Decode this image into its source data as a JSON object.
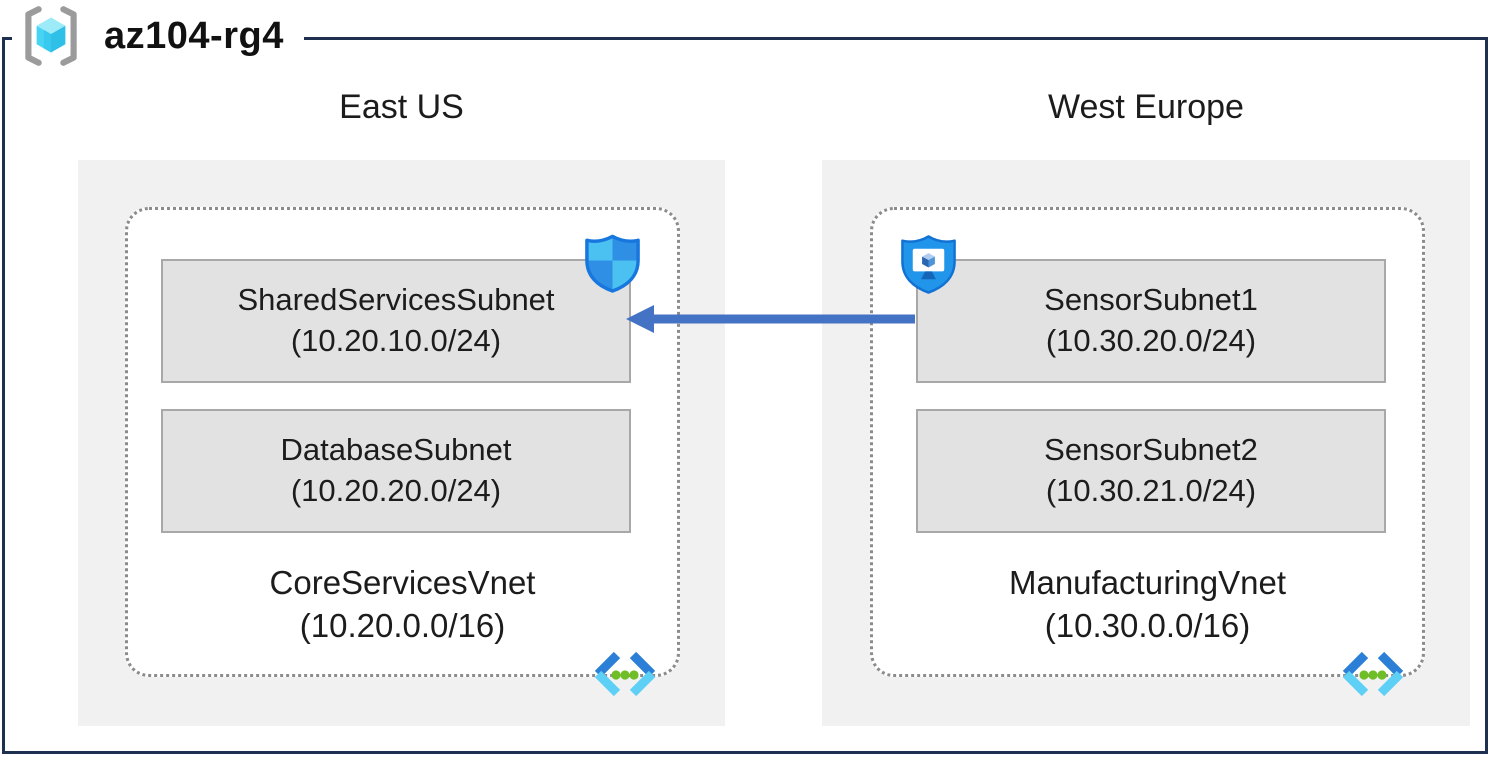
{
  "title": {
    "label": "az104-rg4",
    "icon": "resource-group-icon"
  },
  "diagram_type": "azure-virtual-network-peering",
  "regions": [
    {
      "name": "East US",
      "vnet": {
        "name": "CoreServicesVnet",
        "cidr": "(10.20.0.0/16)",
        "icon": "virtual-network-icon"
      },
      "subnets": [
        {
          "name": "SharedServicesSubnet",
          "cidr": "(10.20.10.0/24)",
          "badge_icon": "network-security-group-shield-icon"
        },
        {
          "name": "DatabaseSubnet",
          "cidr": "(10.20.20.0/24)"
        }
      ]
    },
    {
      "name": "West Europe",
      "vnet": {
        "name": "ManufacturingVnet",
        "cidr": "(10.30.0.0/16)",
        "icon": "virtual-network-icon"
      },
      "subnets": [
        {
          "name": "SensorSubnet1",
          "cidr": "(10.30.20.0/24)",
          "badge_icon": "application-security-group-shield-icon"
        },
        {
          "name": "SensorSubnet2",
          "cidr": "(10.30.21.0/24)"
        }
      ]
    }
  ],
  "arrow": {
    "from": "SensorSubnet1",
    "to": "SharedServicesSubnet",
    "direction": "right-to-left",
    "color": "#4472c4"
  },
  "colors": {
    "outer_border": "#1e2f50",
    "region_background": "#f1f1f1",
    "boundary_dotted_border": "#8c8c8c",
    "subnet_fill": "#e2e2e2",
    "subnet_border": "#a8a8a8",
    "arrow_blue": "#4472c4",
    "shield_light_cyan": "#4ac1f1",
    "shield_medium_blue": "#2e8fe5",
    "shield_stroke_blue": "#1877de",
    "asg_shield_fill": "#2095ea",
    "vnet_icon_dark_blue": "#2b7fd6",
    "vnet_icon_cyan": "#5fd0f5",
    "vnet_icon_green_dots": "#6fbe27",
    "rg_bracket_gray": "#9b9b9b",
    "rg_cube_cyan": "#46d4f4"
  }
}
